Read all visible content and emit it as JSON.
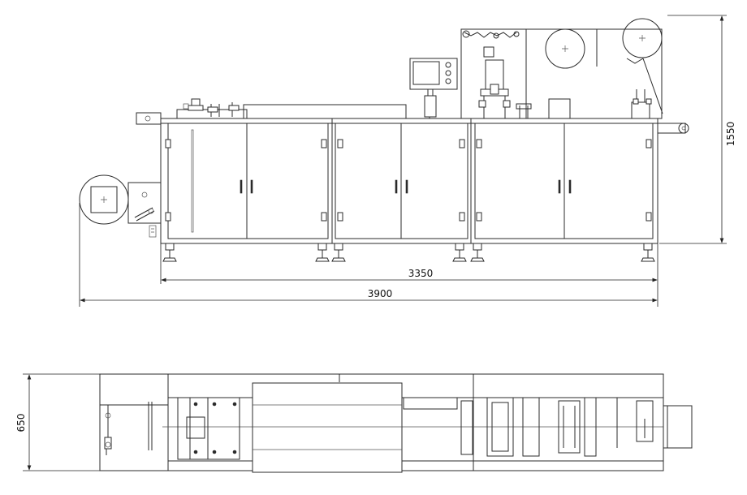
{
  "dimensions": {
    "height": "1550",
    "length_frame": "3350",
    "length_overall": "3900",
    "width": "650"
  }
}
